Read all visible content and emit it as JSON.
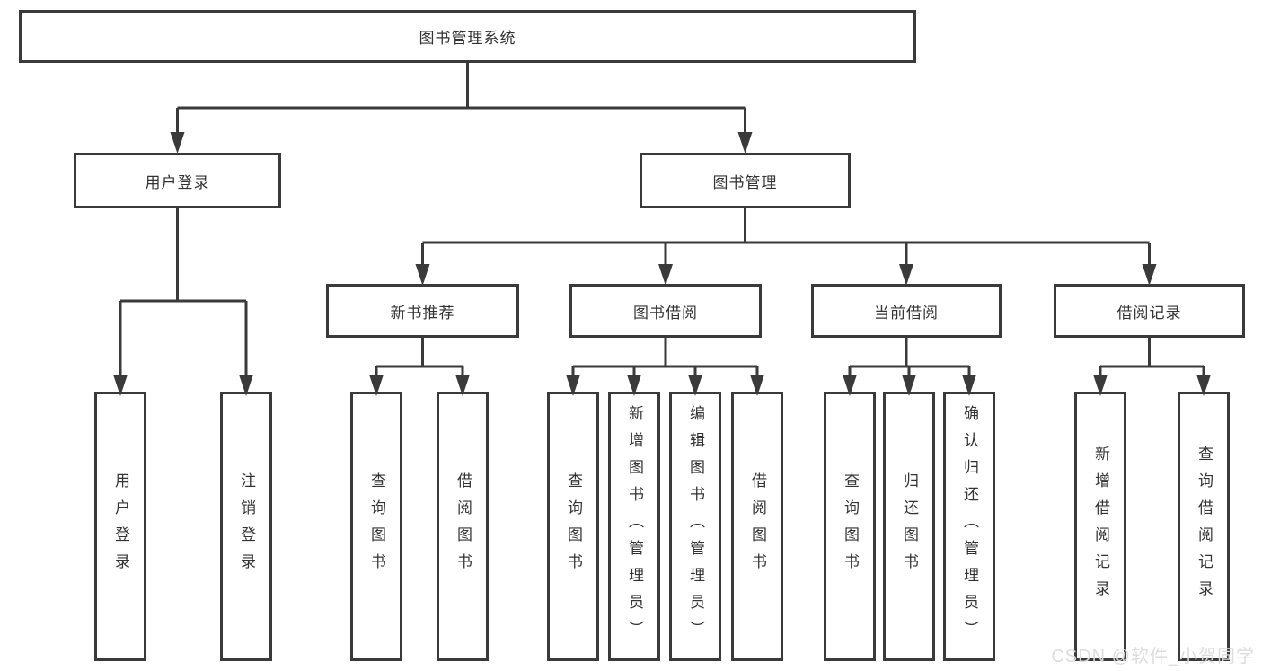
{
  "tree": {
    "root": {
      "label": "图书管理系统"
    },
    "children": [
      {
        "label": "用户登录",
        "children": [
          {
            "label": "用户登录"
          },
          {
            "label": "注销登录"
          }
        ]
      },
      {
        "label": "图书管理",
        "children": [
          {
            "label": "新书推荐",
            "children": [
              {
                "label": "查询图书"
              },
              {
                "label": "借阅图书"
              }
            ]
          },
          {
            "label": "图书借阅",
            "children": [
              {
                "label": "查询图书"
              },
              {
                "label": "新增图书（管理员）"
              },
              {
                "label": "编辑图书（管理员）"
              },
              {
                "label": "借阅图书"
              }
            ]
          },
          {
            "label": "当前借阅",
            "children": [
              {
                "label": "查询图书"
              },
              {
                "label": "归还图书"
              },
              {
                "label": "确认归还（管理员）"
              }
            ]
          },
          {
            "label": "借阅记录",
            "children": [
              {
                "label": "新增借阅记录"
              },
              {
                "label": "查询借阅记录"
              }
            ]
          }
        ]
      }
    ]
  },
  "watermark": {
    "text": "CSDN @软件_小贺同学"
  },
  "colors": {
    "line": "#3a3a3a",
    "text": "#333333",
    "background": "#ffffff",
    "watermark": "#dbdbdb"
  }
}
